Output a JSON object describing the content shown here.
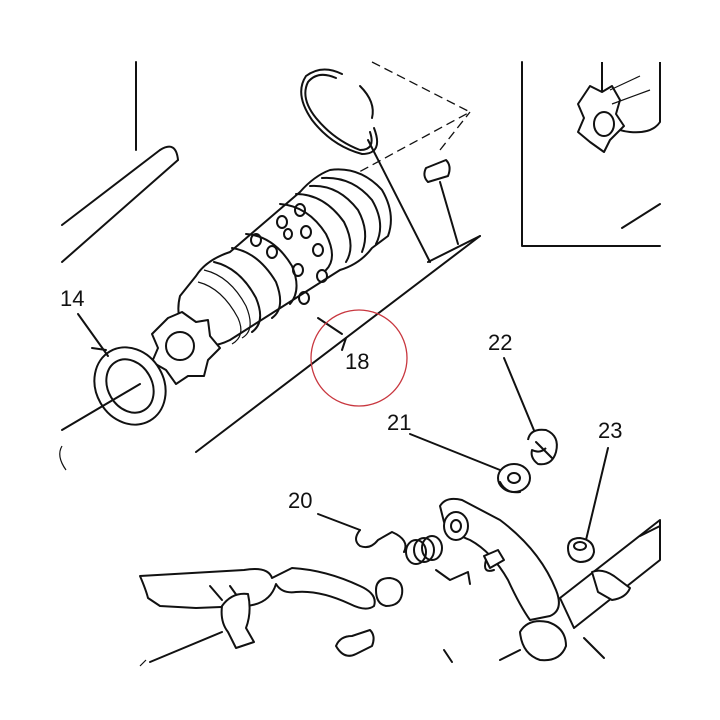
{
  "callouts": {
    "c14": "14",
    "c18": "18",
    "c20": "20",
    "c21": "21",
    "c22": "22",
    "c23": "23"
  },
  "colors": {
    "line": "#111111",
    "highlight_circle": "#c8373f",
    "background": "#ffffff"
  }
}
